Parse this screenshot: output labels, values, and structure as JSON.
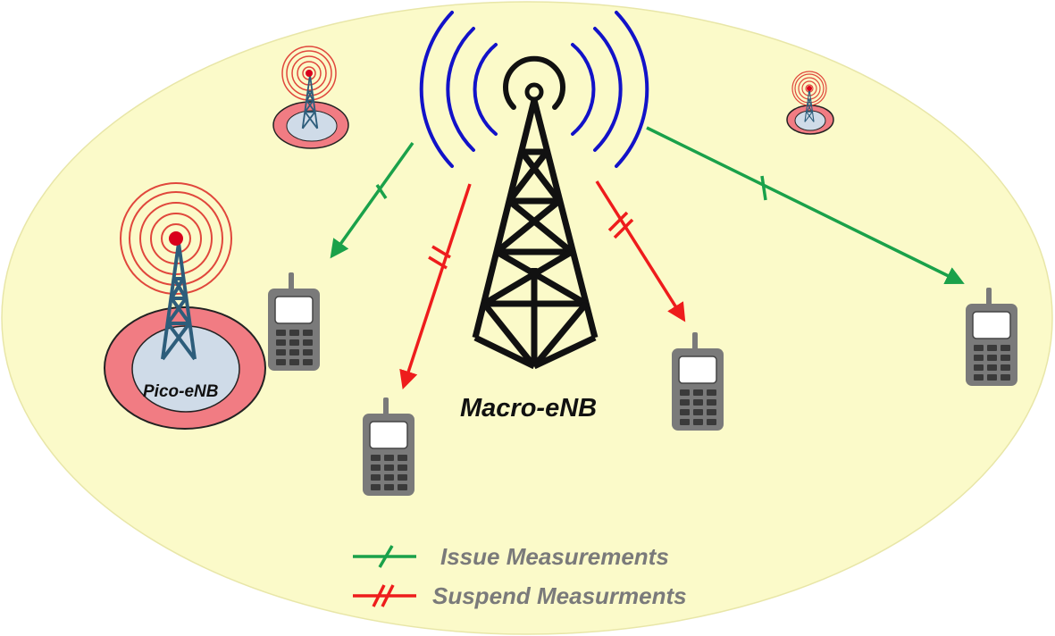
{
  "macro_label": "Macro-eNB",
  "pico_label": "Pico-eNB",
  "legend": {
    "issue_label": "Issue Measurements",
    "suspend_label": "Suspend Measurments"
  },
  "colors": {
    "cell_fill": "#fbfac9",
    "issue": "#1aa14a",
    "suspend": "#ee1c1c",
    "macro_waves": "#1212c8",
    "pico_ring": "#f17c83",
    "pico_inner": "#cfdbe8",
    "pico_tower": "#2d5d7b",
    "pico_waves": "#e0473c",
    "phone": "#7a7a7a"
  }
}
